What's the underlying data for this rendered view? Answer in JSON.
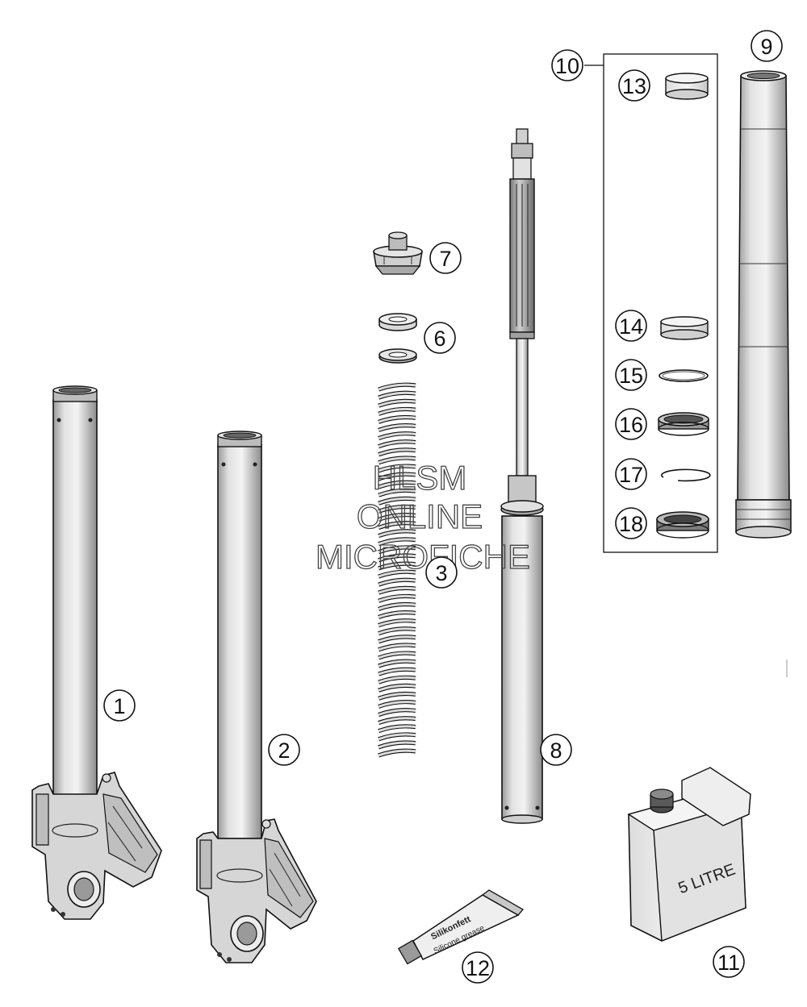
{
  "callouts": [
    {
      "id": "1",
      "label": "1"
    },
    {
      "id": "2",
      "label": "2"
    },
    {
      "id": "3",
      "label": "3"
    },
    {
      "id": "6",
      "label": "6"
    },
    {
      "id": "7",
      "label": "7"
    },
    {
      "id": "8",
      "label": "8"
    },
    {
      "id": "9",
      "label": "9"
    },
    {
      "id": "10",
      "label": "10"
    },
    {
      "id": "11",
      "label": "11"
    },
    {
      "id": "12",
      "label": "12"
    },
    {
      "id": "13",
      "label": "13"
    },
    {
      "id": "14",
      "label": "14"
    },
    {
      "id": "15",
      "label": "15"
    },
    {
      "id": "16",
      "label": "16"
    },
    {
      "id": "17",
      "label": "17"
    },
    {
      "id": "18",
      "label": "18"
    }
  ],
  "watermark": {
    "line1": "HLSM",
    "line2": "ONLINE",
    "line3": "MICROFICHE"
  },
  "oil_can": {
    "label": "5 LITRE"
  },
  "grease_tube": {
    "line1": "Silikonfett",
    "line2": "Silicone grease"
  }
}
